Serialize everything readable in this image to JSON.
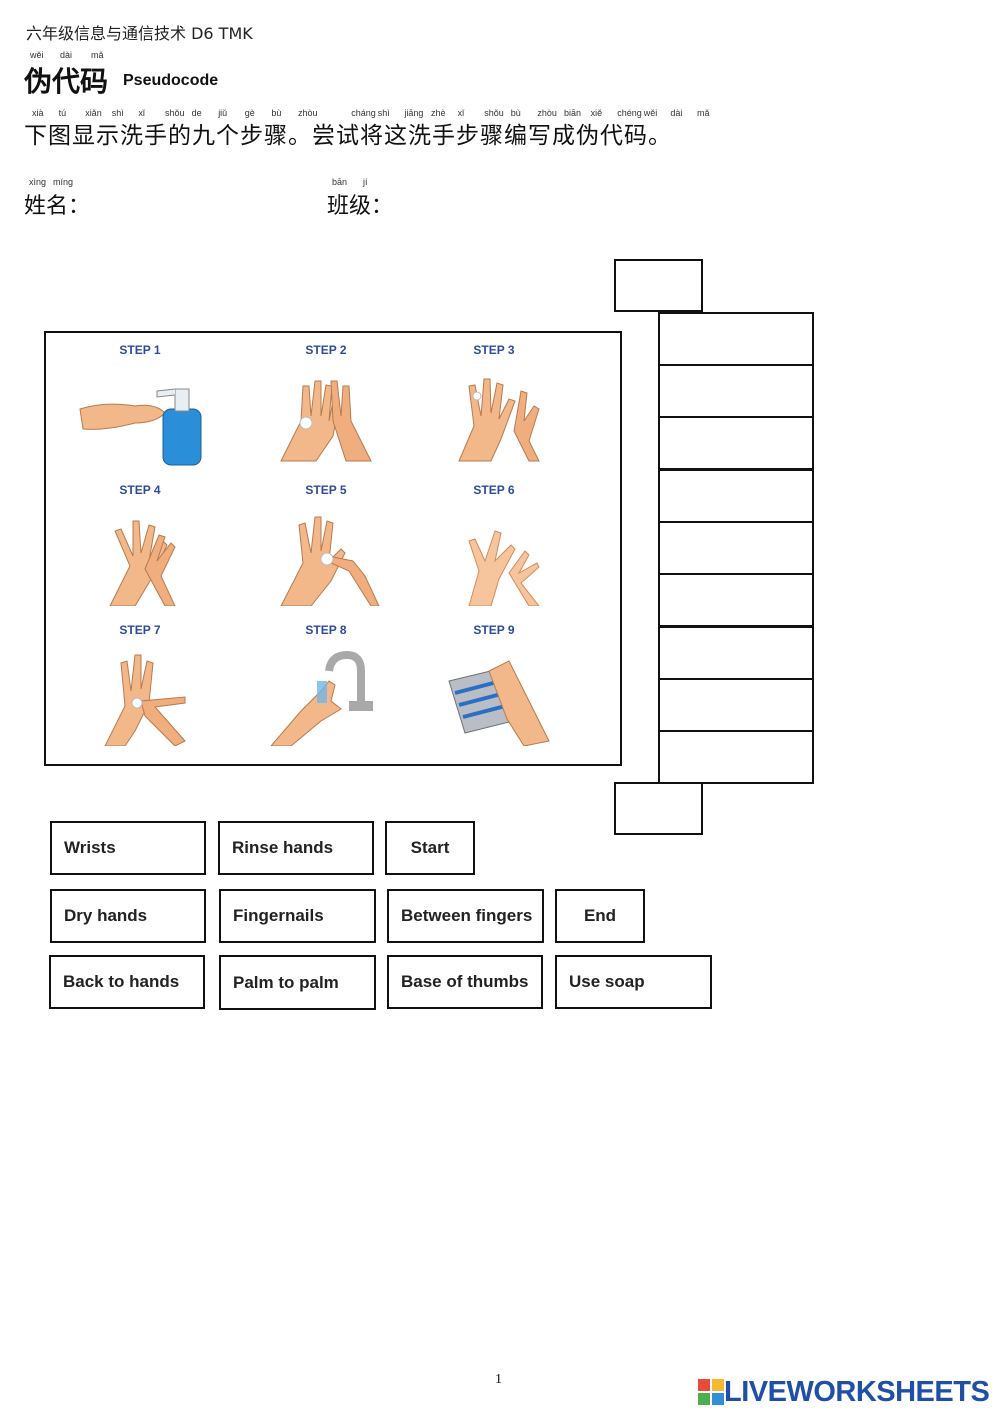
{
  "header": {
    "course": "六年级信息与通信技术 D6 TMK"
  },
  "title": {
    "pinyin": [
      "wěi",
      "dài",
      "mǎ"
    ],
    "chinese": "伪代码",
    "english": "Pseudocode"
  },
  "instruction": {
    "pinyin": [
      "xià",
      "tú",
      "xiǎn",
      "shì",
      "xǐ",
      "shǒu",
      "de",
      "jiǔ",
      "gè",
      "bù",
      "zhòu",
      "cháng",
      "shì",
      "jiāng",
      "zhè",
      "xǐ",
      "shǒu",
      "bù",
      "zhòu",
      "biān",
      "xiě",
      "chéng",
      "wěi",
      "dài",
      "mǎ"
    ],
    "text": "下图显示洗手的九个步骤。尝试将这洗手步骤编写成伪代码。"
  },
  "fields": {
    "name_pinyin": [
      "xìng",
      "míng"
    ],
    "name_label": "姓名：",
    "class_pinyin": [
      "bān",
      "jí"
    ],
    "class_label": "班级："
  },
  "steps": [
    {
      "label": "STEP 1",
      "icon": "soap-dispenser-icon"
    },
    {
      "label": "STEP 2",
      "icon": "palm-to-palm-icon"
    },
    {
      "label": "STEP 3",
      "icon": "back-of-hands-icon"
    },
    {
      "label": "STEP 4",
      "icon": "between-fingers-icon"
    },
    {
      "label": "STEP 5",
      "icon": "base-of-thumbs-icon"
    },
    {
      "label": "STEP 6",
      "icon": "fingernails-icon"
    },
    {
      "label": "STEP 7",
      "icon": "wrists-icon"
    },
    {
      "label": "STEP 8",
      "icon": "rinse-tap-icon"
    },
    {
      "label": "STEP 9",
      "icon": "towel-dry-icon"
    }
  ],
  "word_bank": [
    "Wrists",
    "Rinse hands",
    "Start",
    "Dry hands",
    "Fingernails",
    "Between fingers",
    "End",
    "Back to hands",
    "Palm to palm",
    "Base of thumbs",
    "Use soap"
  ],
  "footer": {
    "page_number": "1",
    "brand": "LIVEWORKSHEETS"
  },
  "colors": {
    "step_label": "#2e4a9e",
    "skin": "#f2b88a",
    "soap": "#2a8fd8",
    "brand": "#1f4fa6"
  }
}
